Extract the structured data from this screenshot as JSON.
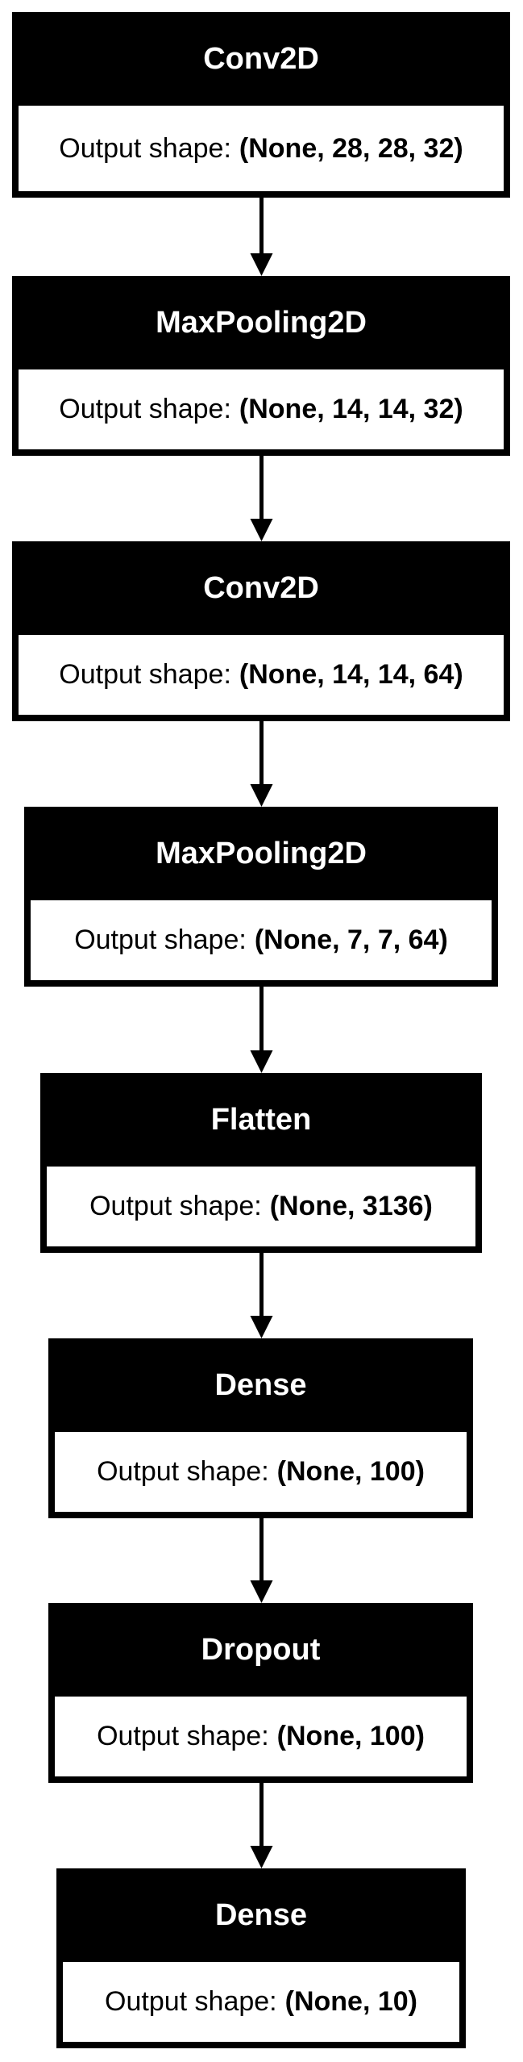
{
  "nodes": [
    {
      "title": "Conv2D",
      "label": "Output shape:",
      "shape": "(None, 28, 28, 32)"
    },
    {
      "title": "MaxPooling2D",
      "label": "Output shape:",
      "shape": "(None, 14, 14, 32)"
    },
    {
      "title": "Conv2D",
      "label": "Output shape:",
      "shape": "(None, 14, 14, 64)"
    },
    {
      "title": "MaxPooling2D",
      "label": "Output shape:",
      "shape": "(None, 7, 7, 64)"
    },
    {
      "title": "Flatten",
      "label": "Output shape:",
      "shape": "(None, 3136)"
    },
    {
      "title": "Dense",
      "label": "Output shape:",
      "shape": "(None, 100)"
    },
    {
      "title": "Dropout",
      "label": "Output shape:",
      "shape": "(None, 100)"
    },
    {
      "title": "Dense",
      "label": "Output shape:",
      "shape": "(None, 10)"
    }
  ],
  "edges": [
    {
      "from": 0,
      "to": 1
    },
    {
      "from": 1,
      "to": 2
    },
    {
      "from": 2,
      "to": 3
    },
    {
      "from": 3,
      "to": 4
    },
    {
      "from": 4,
      "to": 5
    },
    {
      "from": 5,
      "to": 6
    },
    {
      "from": 6,
      "to": 7
    }
  ],
  "colors": {
    "node_fill": "#000000",
    "node_title_text": "#ffffff",
    "node_body_fill": "#ffffff",
    "edge": "#000000"
  }
}
